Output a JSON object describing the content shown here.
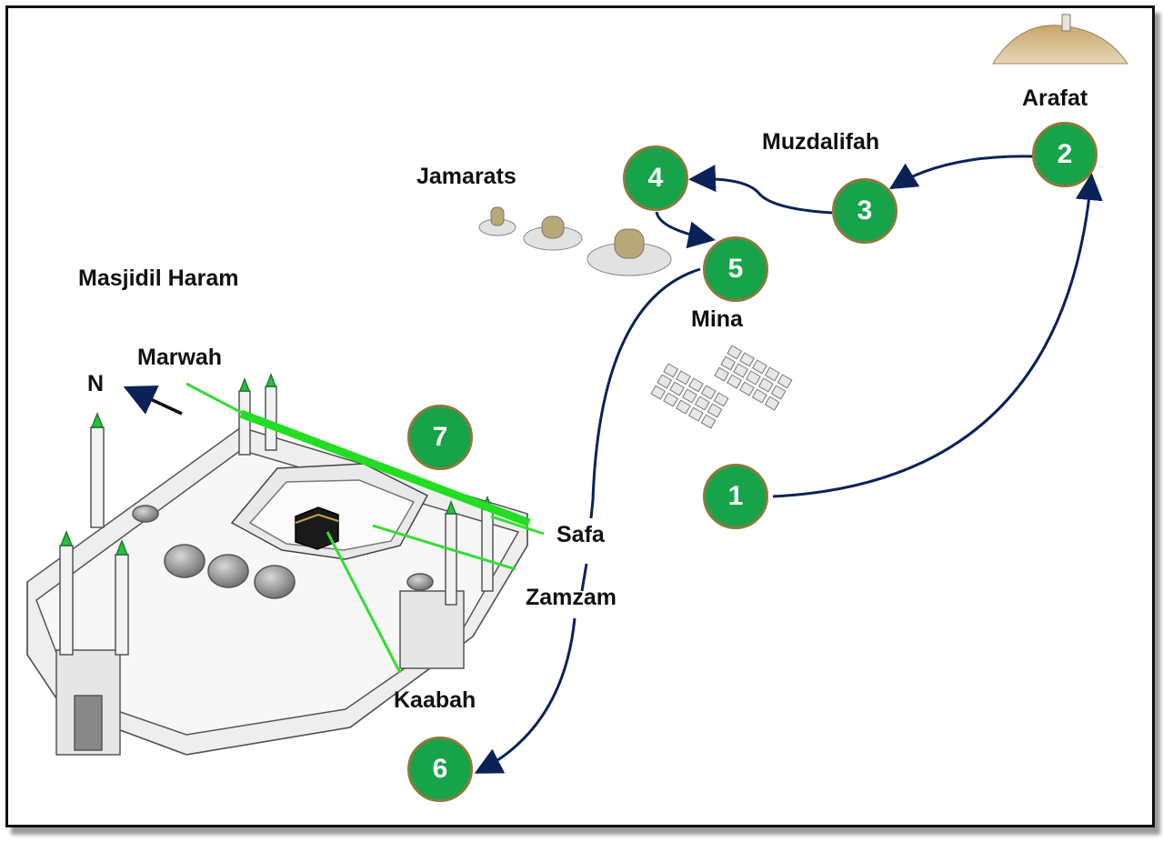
{
  "places": {
    "arafat": "Arafat",
    "muzdalifah": "Muzdalifah",
    "jamarats": "Jamarats",
    "mina": "Mina",
    "masjidil_haram": "Masjidil Haram",
    "marwah": "Marwah",
    "safa": "Safa",
    "zamzam": "Zamzam",
    "kaabah": "Kaabah",
    "north": "N"
  },
  "steps": [
    "1",
    "2",
    "3",
    "4",
    "5",
    "6",
    "7"
  ],
  "colors": {
    "step_fill": "#17a34a",
    "step_border": "#8a7a3c",
    "route_arrow": "#0b2258",
    "pointer_line": "#33dd33"
  }
}
